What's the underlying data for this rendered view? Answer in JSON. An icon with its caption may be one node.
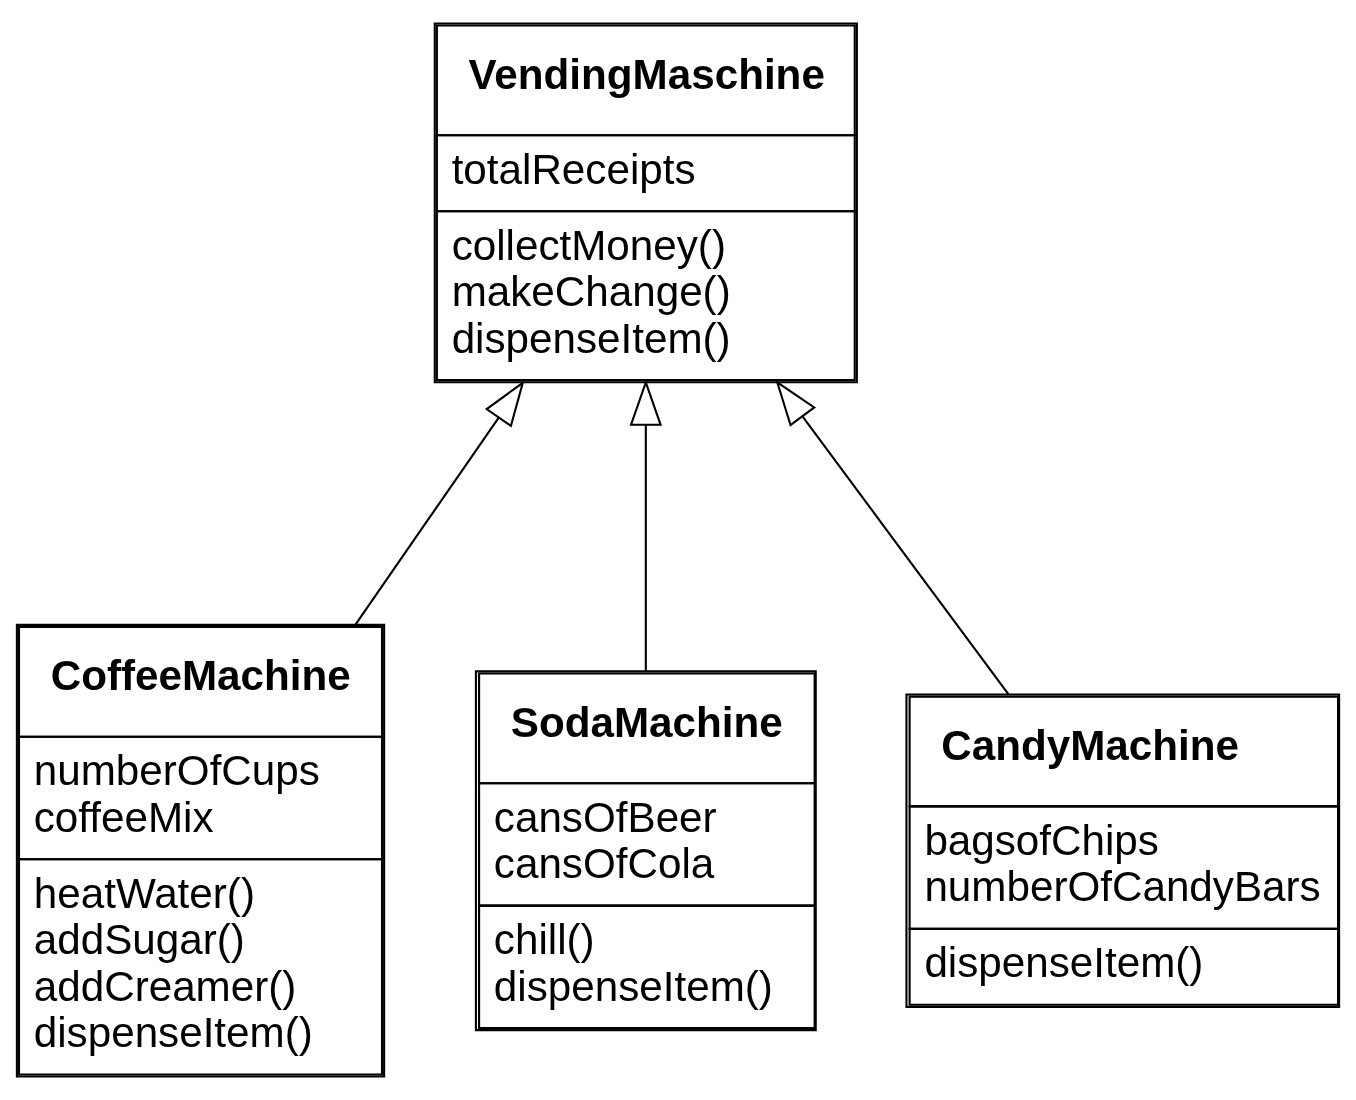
{
  "diagram": {
    "nodes": [
      {
        "text": [
          "VendingMaschine",
          "totalReceipts",
          "collectMoney() makeChange() dispenseItem()"
        ]
      },
      {
        "text": [
          "CoffeeMachine",
          "numberOfCups coffeeMix",
          "heatWater() addSugar() addCreamer() dispenseItem()"
        ]
      },
      {
        "text": [
          "SodaMachine",
          "cansOfBeer cansOfCola",
          "chill() dispenseItem()"
        ]
      },
      {
        "text": [
          "CandyMachine",
          "bagsofChips numberOfCandyBars",
          "dispenseItem()"
        ]
      }
    ],
    "edges": [
      {
        "from": 1,
        "to": 0,
        "arrow": "to"
      },
      {
        "from": 2,
        "to": 0,
        "arrow": "to"
      },
      {
        "from": 3,
        "to": 0,
        "arrow": "to"
      }
    ]
  }
}
